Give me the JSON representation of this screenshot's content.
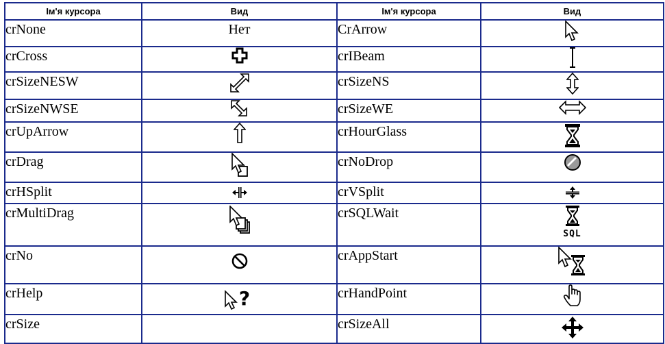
{
  "headers": {
    "name_col_1": "Ім'я курсора",
    "view_col_1": "Вид",
    "name_col_2": "Ім'я курсора",
    "view_col_2": "Вид"
  },
  "rows": [
    {
      "left_name": "crNone",
      "left_view_text": "Нет",
      "left_icon": "none-text",
      "right_name": "CrArrow",
      "right_icon": "arrow-cursor-icon"
    },
    {
      "left_name": "crCross",
      "left_icon": "cross-cursor-icon",
      "right_name": "crIBeam",
      "right_icon": "ibeam-cursor-icon"
    },
    {
      "left_name": "crSizeNESW",
      "left_icon": "size-nesw-cursor-icon",
      "right_name": "crSizeNS",
      "right_icon": "size-ns-cursor-icon"
    },
    {
      "left_name": "crSizeNWSE",
      "left_icon": "size-nwse-cursor-icon",
      "right_name": "crSizeWE",
      "right_icon": "size-we-cursor-icon"
    },
    {
      "left_name": "crUpArrow",
      "left_icon": "up-arrow-cursor-icon",
      "right_name": "crHourGlass",
      "right_icon": "hourglass-cursor-icon"
    },
    {
      "left_name": "crDrag",
      "left_icon": "drag-cursor-icon",
      "right_name": "crNoDrop",
      "right_icon": "no-drop-cursor-icon"
    },
    {
      "left_name": "crHSplit",
      "left_icon": "hsplit-cursor-icon",
      "right_name": "crVSplit",
      "right_icon": "vsplit-cursor-icon"
    },
    {
      "left_name": "crMultiDrag",
      "left_icon": "multi-drag-cursor-icon",
      "right_name": "crSQLWait",
      "right_icon": "sql-wait-cursor-icon",
      "right_label": "SQL"
    },
    {
      "left_name": "crNo",
      "left_icon": "no-cursor-icon",
      "right_name": "crAppStart",
      "right_icon": "app-start-cursor-icon"
    },
    {
      "left_name": "crHelp",
      "left_icon": "help-cursor-icon",
      "right_name": "crHandPoint",
      "right_icon": "hand-point-cursor-icon"
    },
    {
      "left_name": "crSize",
      "left_icon": "",
      "right_name": "crSizeAll",
      "right_icon": "size-all-cursor-icon"
    }
  ],
  "colors": {
    "border": "#1a2a8c",
    "text": "#000000",
    "background": "#ffffff"
  }
}
